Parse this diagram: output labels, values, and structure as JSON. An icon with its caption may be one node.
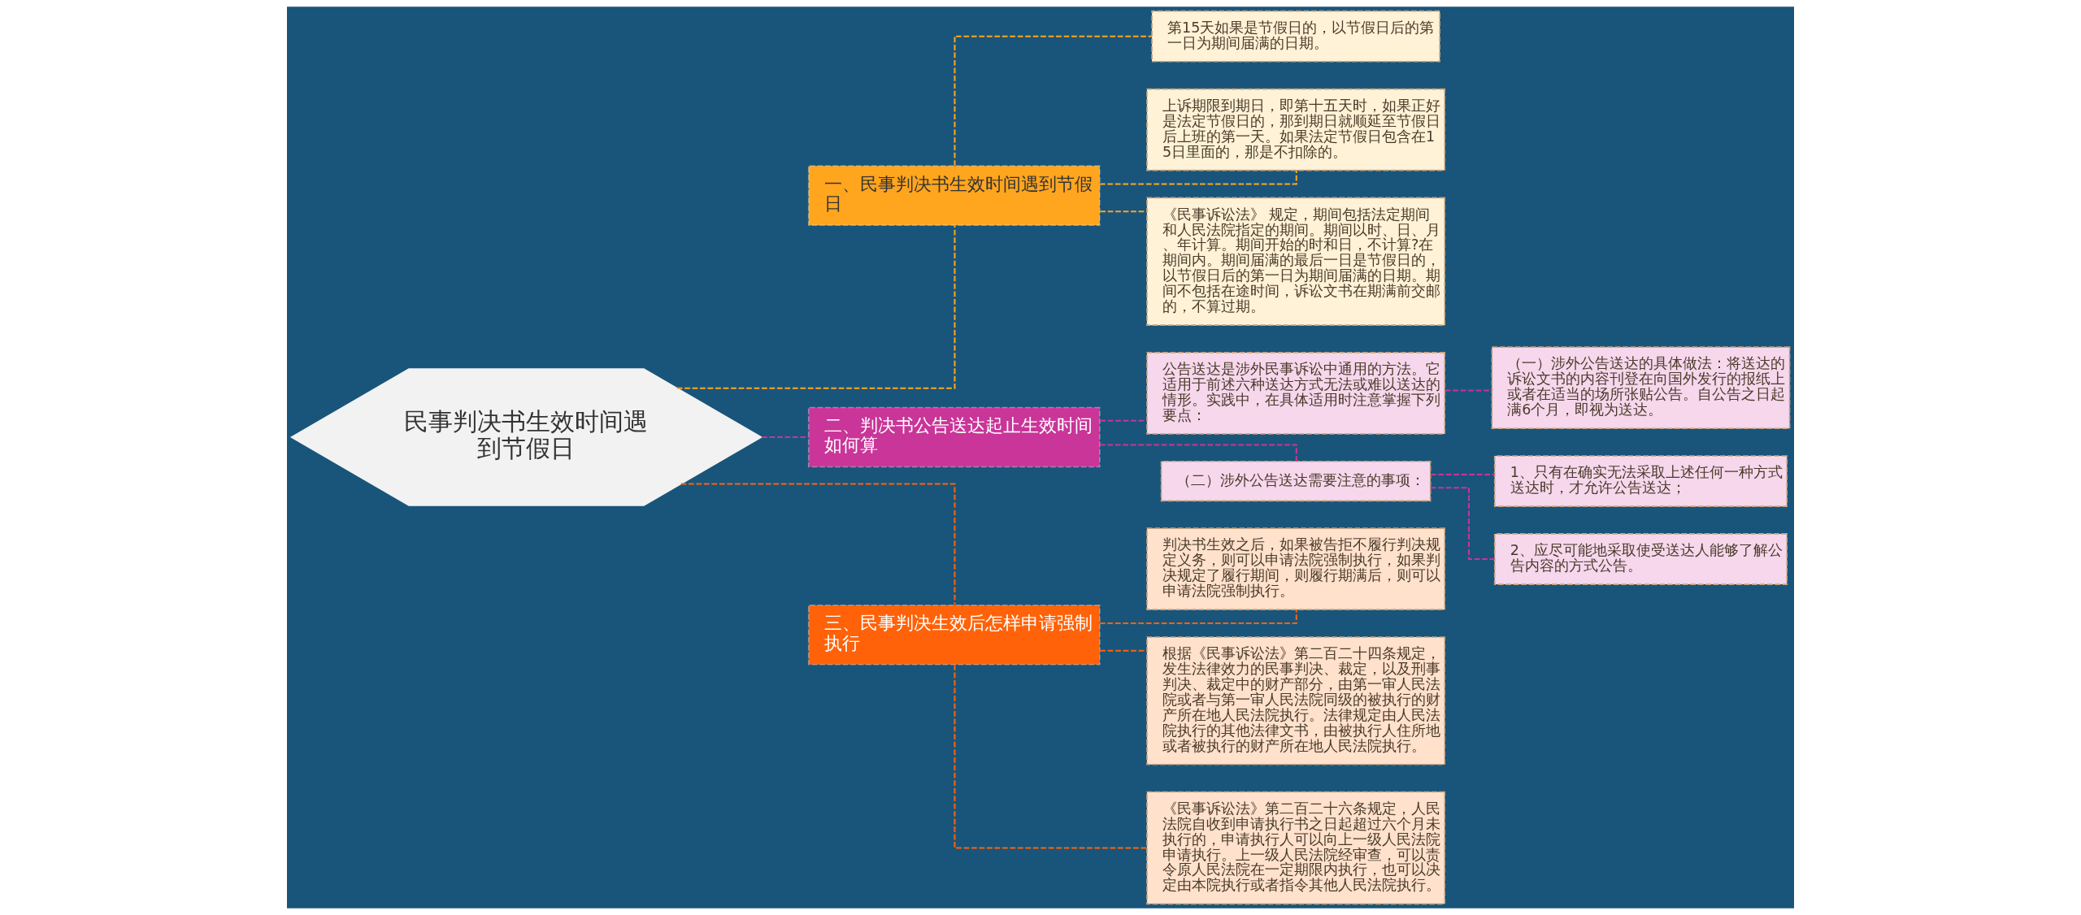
{
  "diagram": {
    "nodes": [
      {
        "text": [
          "民事判决书生效时间遇到节假日"
        ]
      },
      {
        "text": [
          "一、民事判决书生效时间遇到节假日"
        ]
      },
      {
        "text": [
          "第15天如果是节假日的，以节假日后的第一日为期间届满的日期。"
        ]
      },
      {
        "text": [
          "上诉期限到期日，即第十五天时，如果正好是法定节假日的，那到期日就顺延至节假日后上班的第一天。如果法定节假日包含在15日里面的，那是不扣除的。"
        ]
      },
      {
        "text": [
          "《民事诉讼法》 规定，期间包括法定期间和人民法院指定的期间。期间以时、日、月、年计算。期间开始的时和日，不计算?在期间内。期间届满的最后一日是节假日的，以节假日后的第一日为期间届满的日期。期间不包括在途时间，诉讼文书在期满前交邮的，不算过期。"
        ]
      },
      {
        "text": [
          "二、判决书公告送达起止生效时间如何算"
        ]
      },
      {
        "text": [
          "公告送达是涉外民事诉讼中通用的方法。它适用于前述六种送达方式无法或难以送达的情形。实践中，在具体适用时注意掌握下列要点："
        ]
      },
      {
        "text": [
          "（一）涉外公告送达的具体做法：将送达的诉讼文书的内容刊登在向国外发行的报纸上或者在适当的场所张贴公告。自公告之日起满6个月，即视为送达。"
        ]
      },
      {
        "text": [
          "（二）涉外公告送达需要注意的事项："
        ]
      },
      {
        "text": [
          "1、只有在确实无法采取上述任何一种方式送达时，才允许公告送达；"
        ]
      },
      {
        "text": [
          "2、应尽可能地采取使受送达人能够了解公告内容的方式公告。"
        ]
      },
      {
        "text": [
          "三、民事判决生效后怎样申请强制执行"
        ]
      },
      {
        "text": [
          "判决书生效之后，如果被告拒不履行判决规定义务，则可以申请法院强制执行，如果判决规定了履行期间，则履行期满后，则可以申请法院强制执行。"
        ]
      },
      {
        "text": [
          "根据《民事诉讼法》第二百二十四条规定，发生法律效力的民事判决、裁定，以及刑事判决、裁定中的财产部分，由第一审人民法院或者与第一审人民法院同级的被执行的财产所在地人民法院执行。法律规定由人民法院执行的其他法律文书，由被执行人住所地或者被执行的财产所在地人民法院执行。"
        ]
      },
      {
        "text": [
          "《民事诉讼法》第二百二十六条规定，人民法院自收到申请执行书之日起超过六个月未执行的，申请执行人可以向上一级人民法院申请执行。上一级人民法院经审查，可以责令原人民法院在一定期限内执行，也可以决定由本院执行或者指令其他人民法院执行。"
        ]
      }
    ],
    "edges": [
      {
        "from": 0,
        "to": 1,
        "arrow": "none",
        "style": "dashed",
        "color": "#ffa51e"
      },
      {
        "from": 1,
        "to": 2,
        "arrow": "none",
        "style": "dashed",
        "color": "#ffa51e"
      },
      {
        "from": 1,
        "to": 3,
        "arrow": "none",
        "style": "dashed",
        "color": "#ffa51e"
      },
      {
        "from": 1,
        "to": 4,
        "arrow": "none",
        "style": "dashed",
        "color": "#ffa51e"
      },
      {
        "from": 0,
        "to": 5,
        "arrow": "none",
        "style": "dashed",
        "color": "#c93598"
      },
      {
        "from": 5,
        "to": 6,
        "arrow": "none",
        "style": "dashed",
        "color": "#c93598"
      },
      {
        "from": 6,
        "to": 7,
        "arrow": "none",
        "style": "dashed",
        "color": "#c93598"
      },
      {
        "from": 5,
        "to": 8,
        "arrow": "none",
        "style": "dashed",
        "color": "#c93598"
      },
      {
        "from": 8,
        "to": 9,
        "arrow": "none",
        "style": "dashed",
        "color": "#c93598"
      },
      {
        "from": 8,
        "to": 10,
        "arrow": "none",
        "style": "dashed",
        "color": "#c93598"
      },
      {
        "from": 0,
        "to": 11,
        "arrow": "none",
        "style": "dashed",
        "color": "#ff6209"
      },
      {
        "from": 11,
        "to": 12,
        "arrow": "none",
        "style": "dashed",
        "color": "#ff6209"
      },
      {
        "from": 11,
        "to": 13,
        "arrow": "none",
        "style": "dashed",
        "color": "#ff6209"
      },
      {
        "from": 11,
        "to": 14,
        "arrow": "none",
        "style": "dashed",
        "color": "#ff6209"
      }
    ]
  }
}
